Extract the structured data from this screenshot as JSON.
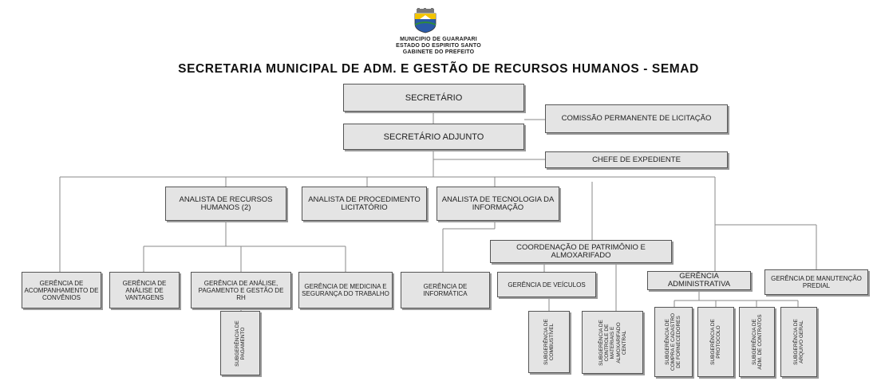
{
  "header": {
    "line1": "MUNICIPIO DE GUARAPARI",
    "line2": "ESTADO DO ESPIRITO SANTO",
    "line3": "GABINETE DO PREFEITO",
    "title": "SECRETARIA MUNICIPAL DE ADM. E GESTÃO DE RECURSOS HUMANOS - SEMAD"
  },
  "boxes": {
    "secretario": "SECRETÁRIO",
    "secretario_adjunto": "SECRETÁRIO ADJUNTO",
    "comissao": "COMISSÃO PERMANENTE DE LICITAÇÃO",
    "chefe_expediente": "CHEFE DE EXPEDIENTE",
    "analista_rh": "ANALISTA DE RECURSOS HUMANOS (2)",
    "analista_licitatorio": "ANALISTA DE PROCEDIMENTO LICITATÓRIO",
    "analista_ti": "ANALISTA DE TECNOLOGIA DA INFORMAÇÃO",
    "coord_patrimonio": "COORDENAÇÃO DE PATRIMÔNIO E ALMOXARIFADO",
    "ger_convenios": "GERÊNCIA DE ACOMPANHAMENTO DE CONVÊNIOS",
    "ger_vantagens": "GERÊNCIA DE ANÁLISE DE VANTAGENS",
    "ger_pagamento_rh": "GERÊNCIA DE ANÁLISE, PAGAMENTO E GESTÃO DE RH",
    "ger_medicina": "GERÊNCIA DE MEDICINA E SEGURANÇA DO TRABALHO",
    "ger_informatica": "GERÊNCIA DE INFORMÁTICA",
    "ger_veiculos": "GERÊNCIA DE VEÍCULOS",
    "ger_administrativa": "GERÊNCIA ADMINISTRATIVA",
    "ger_manutencao": "GERÊNCIA DE MANUTENÇÃO PREDIAL",
    "sub_pagamento": "SUBGERÊNCIA DE\nPAGAMENTO",
    "sub_combustivel": "SUBGERÊNCIA DE\nCOMBUSTÍVEL",
    "sub_controle_materiais": "SUBGERÊNCIA DE\nCONTROLE DE\nMATERIAIS E\nALMOXARIFADO\nCENTRAL",
    "sub_compra_cadastro": "SUBGERÊNCIA DE\nCOMPRA E CADASTRO\nDE FORNECEDORES",
    "sub_protocolo": "SUBGERÊNCIA DE\nPROTOCOLO",
    "sub_contratos": "SUBGERÊNCIA DE\nADM. DE CONTRATOS",
    "sub_arquivo": "SUBGERÊNCIA DE\nARQUIVO GERAL"
  },
  "colors": {
    "box_fill": "#e4e4e4",
    "border": "#555555",
    "connector": "#8a8a8a",
    "shield_blue": "#2a5aa8",
    "shield_yellow": "#f2c400",
    "shield_green": "#2e8b3a"
  },
  "icons": {
    "logo": "municipal-coat-of-arms-icon"
  }
}
